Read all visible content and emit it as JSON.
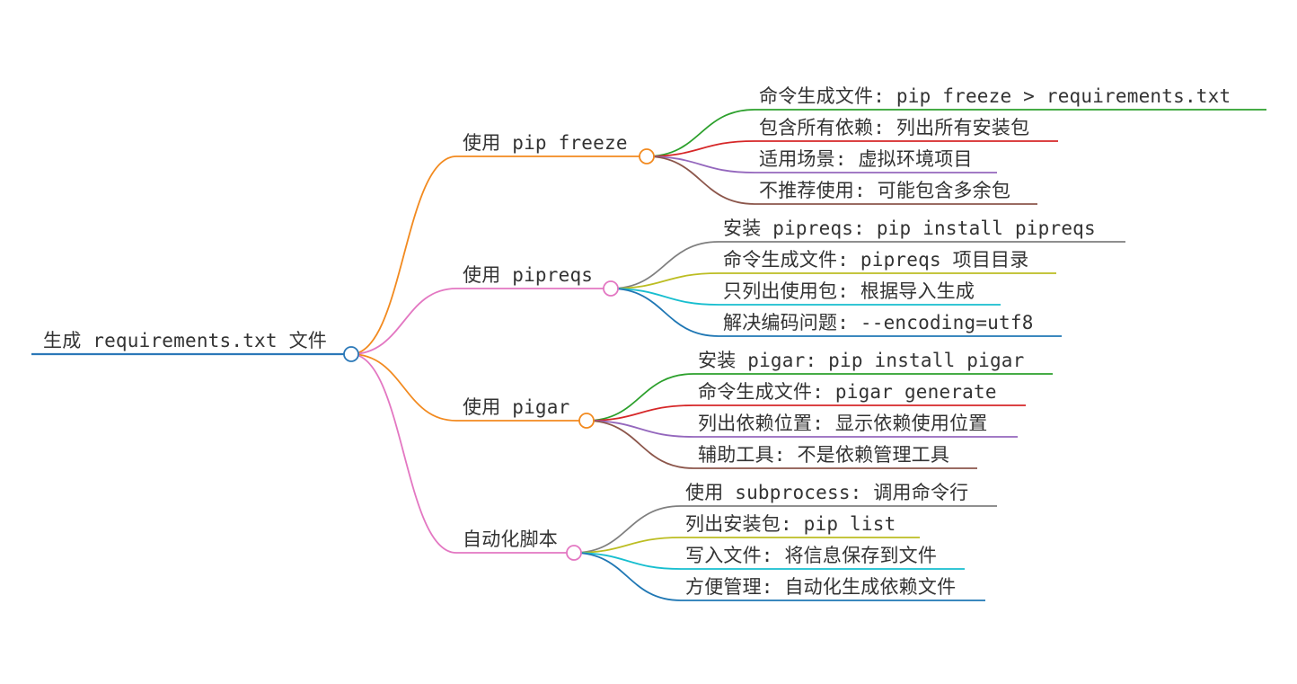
{
  "mindmap": {
    "root": {
      "label": "生成 requirements.txt 文件",
      "color": "#2b78b8"
    },
    "branches": [
      {
        "label": "使用 pip freeze",
        "color": "#f28a1f",
        "children": [
          {
            "label": "命令生成文件: pip freeze > requirements.txt",
            "color": "#2ca02c"
          },
          {
            "label": "包含所有依赖: 列出所有安装包",
            "color": "#d62728"
          },
          {
            "label": "适用场景: 虚拟环境项目",
            "color": "#9467bd"
          },
          {
            "label": "不推荐使用: 可能包含多余包",
            "color": "#8c564b"
          }
        ]
      },
      {
        "label": "使用 pipreqs",
        "color": "#e377c2",
        "children": [
          {
            "label": "安装 pipreqs: pip install pipreqs",
            "color": "#7f7f7f"
          },
          {
            "label": "命令生成文件: pipreqs 项目目录",
            "color": "#bcbd22"
          },
          {
            "label": "只列出使用包: 根据导入生成",
            "color": "#17becf"
          },
          {
            "label": "解决编码问题: --encoding=utf8",
            "color": "#1f77b4"
          }
        ]
      },
      {
        "label": "使用 pigar",
        "color": "#f28a1f",
        "children": [
          {
            "label": "安装 pigar: pip install pigar",
            "color": "#2ca02c"
          },
          {
            "label": "命令生成文件: pigar generate",
            "color": "#d62728"
          },
          {
            "label": "列出依赖位置: 显示依赖使用位置",
            "color": "#9467bd"
          },
          {
            "label": "辅助工具: 不是依赖管理工具",
            "color": "#8c564b"
          }
        ]
      },
      {
        "label": "自动化脚本",
        "color": "#e377c2",
        "children": [
          {
            "label": "使用 subprocess: 调用命令行",
            "color": "#7f7f7f"
          },
          {
            "label": "列出安装包: pip list",
            "color": "#bcbd22"
          },
          {
            "label": "写入文件: 将信息保存到文件",
            "color": "#17becf"
          },
          {
            "label": "方便管理: 自动化生成依赖文件",
            "color": "#1f77b4"
          }
        ]
      }
    ]
  }
}
